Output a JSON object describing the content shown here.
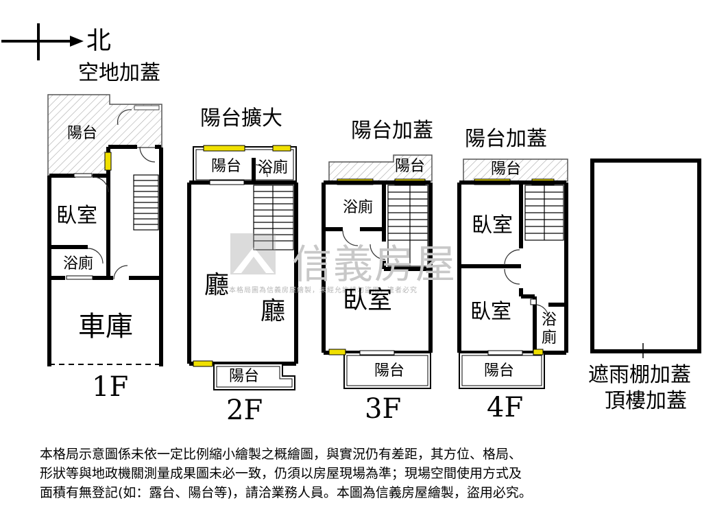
{
  "compass": {
    "north_label": "北"
  },
  "labels": {
    "f1_addition": "空地加蓋",
    "f1_balcony": "陽台",
    "f1_bedroom": "臥室",
    "f1_bathroom": "浴廁",
    "f1_garage": "車庫",
    "f2_addition": "陽台擴大",
    "f2_balcony_top": "陽台",
    "f2_bathroom": "浴廁",
    "f2_hall_a": "廳",
    "f2_hall_b": "廳",
    "f2_balcony_bottom": "陽台",
    "f3_addition": "陽台加蓋",
    "f3_balcony_top": "陽台",
    "f3_bathroom": "浴廁",
    "f3_bedroom": "臥室",
    "f3_balcony_bottom": "陽台",
    "f4_addition": "陽台加蓋",
    "f4_balcony_top": "陽台",
    "f4_bedroom_a": "臥室",
    "f4_bedroom_b": "臥室",
    "f4_bathroom_1": "浴",
    "f4_bathroom_2": "廁",
    "f4_balcony_bottom": "陽台",
    "roof_line1": "遮雨棚加蓋",
    "roof_line2": "頂樓加蓋"
  },
  "floors": [
    "1F",
    "2F",
    "3F",
    "4F"
  ],
  "watermark": {
    "brand": "信義房屋",
    "text": "本格局圖為信義房屋繪製，未經允許請勿盜用，違者必究"
  },
  "disclaimer": [
    "本格局示意圖係未依一定比例縮小繪製之概繪圖，與實況仍有差距，其方位、格局、",
    "形狀等與地政機關測量成果圖未必一致，仍須以房屋現場為準；現場空間使用方式及",
    "面積有無登記(如：露台、陽台等)，請洽業務人員。本圖為信義房屋繪製，盜用必究。"
  ],
  "colors": {
    "wall": "#000000",
    "window": "#f0e000",
    "hatch": "#9a9a9a",
    "watermark": "#c8c8c8"
  }
}
